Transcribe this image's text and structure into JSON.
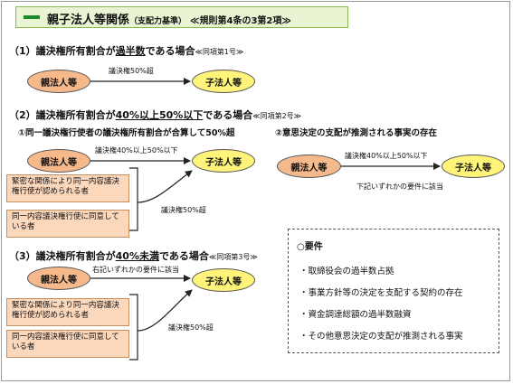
{
  "header": {
    "title": "親子法人等関係",
    "subtitle": "（支配力基準）",
    "rule": "≪規則第4条の3第2項≫"
  },
  "sections": {
    "s1": {
      "prefix": "（1）議決権所有割合が",
      "emph": "過半数",
      "suffix": "である場合",
      "ref": "≪同項第1号≫"
    },
    "s2": {
      "prefix": "（2）議決権所有割合が",
      "emph": "40%以上50%以下",
      "suffix": "である場合",
      "ref": "≪同項第2号≫",
      "sub1": "①同一議決権行使者の議決権所有割合が合算して50%超",
      "sub2": "②意思決定の支配が推測される事実の存在"
    },
    "s3": {
      "prefix": "（3）議決権所有割合が",
      "emph": "40%未満",
      "suffix": "である場合",
      "ref": "≪同項第3号≫"
    }
  },
  "nodes": {
    "parent": "親法人等",
    "child": "子法人等"
  },
  "labels": {
    "over50": "議決権50%超",
    "r40_50": "議決権40%以上50%以下",
    "combined50": "議決権50%超",
    "any_req_below": "下記いずれかの要件に該当",
    "any_req_above": "右記いずれかの要件に該当"
  },
  "boxes": {
    "close": "緊密な関係により同一内容議決権行使が認められる者",
    "agree": "同一内容議決権行使に同意している者"
  },
  "requirements": {
    "title": "○要件",
    "items": [
      "・取締役会の過半数占拠",
      "・事業方針等の決定を支配する契約の存在",
      "・資金調達総額の過半数融資",
      "・その他意思決定の支配が推測される事実"
    ]
  }
}
